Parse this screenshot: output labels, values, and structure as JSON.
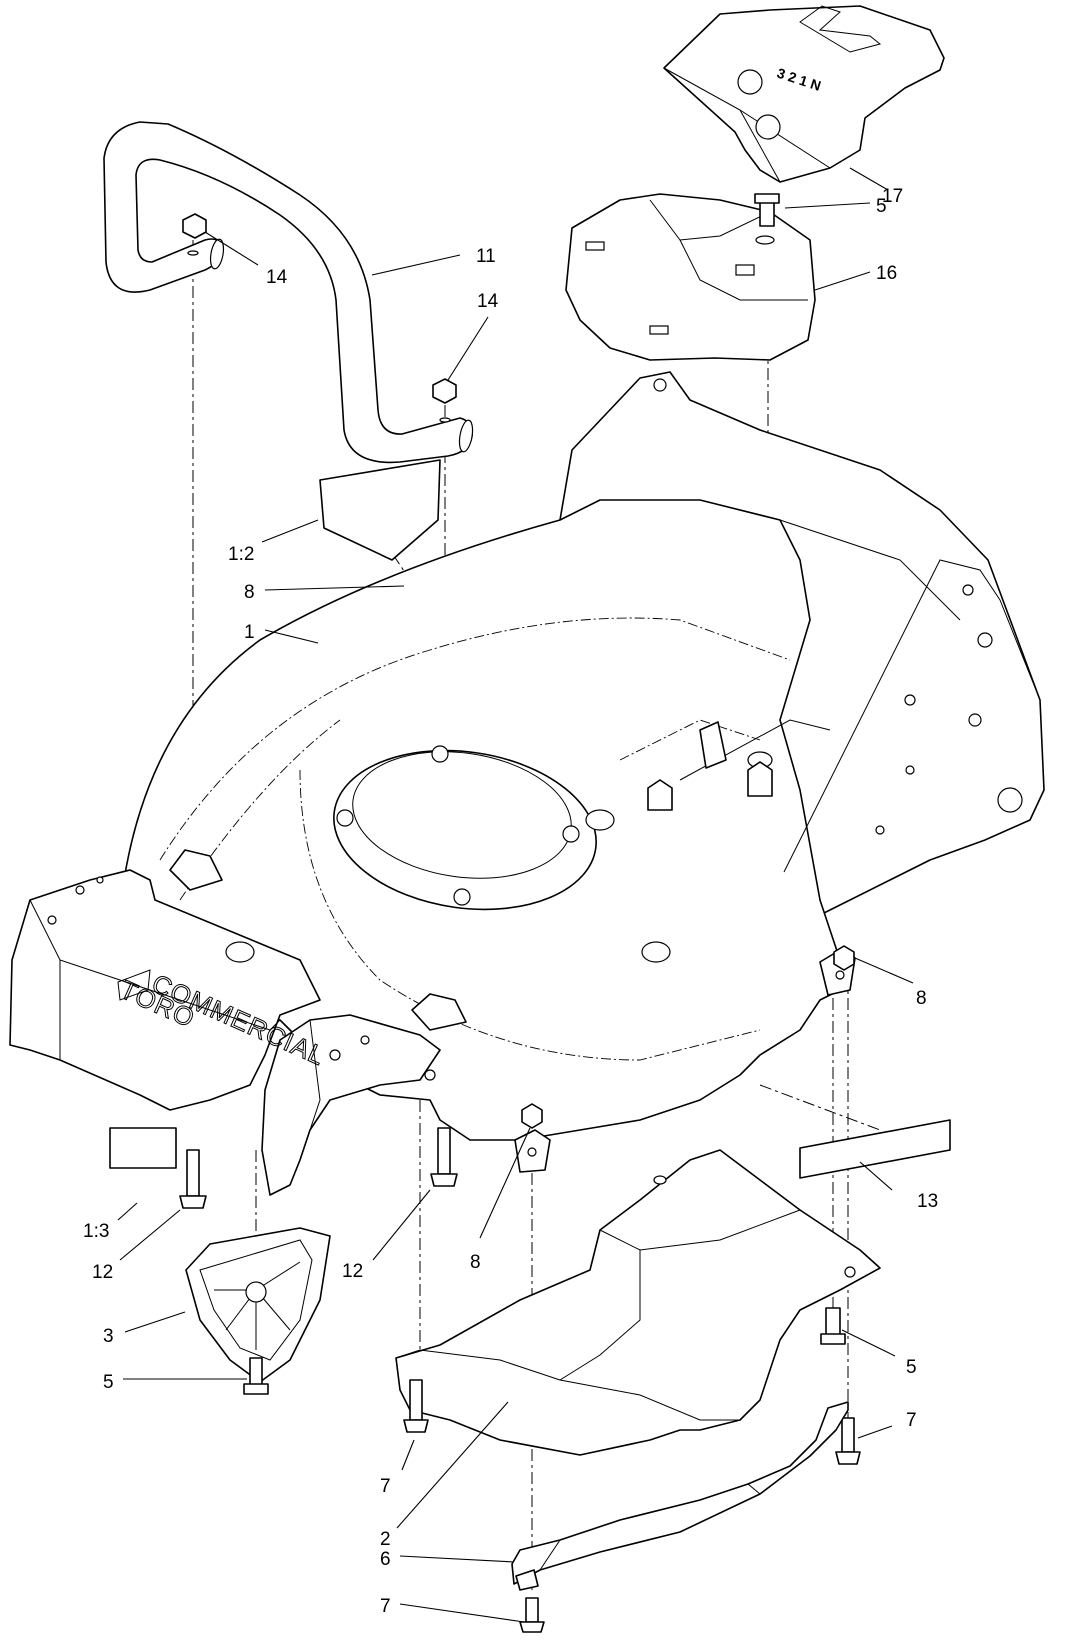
{
  "callouts": [
    {
      "id": "c17",
      "label": "17"
    },
    {
      "id": "c5a",
      "label": "5"
    },
    {
      "id": "c16",
      "label": "16"
    },
    {
      "id": "c11",
      "label": "11"
    },
    {
      "id": "c14a",
      "label": "14"
    },
    {
      "id": "c14b",
      "label": "14"
    },
    {
      "id": "c1_2",
      "label": "1:2"
    },
    {
      "id": "c8a",
      "label": "8"
    },
    {
      "id": "c1",
      "label": "1"
    },
    {
      "id": "c8b",
      "label": "8"
    },
    {
      "id": "c13",
      "label": "13"
    },
    {
      "id": "c1_3",
      "label": "1:3"
    },
    {
      "id": "c12a",
      "label": "12"
    },
    {
      "id": "c12b",
      "label": "12"
    },
    {
      "id": "c8c",
      "label": "8"
    },
    {
      "id": "c3",
      "label": "3"
    },
    {
      "id": "c5b",
      "label": "5"
    },
    {
      "id": "c5c",
      "label": "5"
    },
    {
      "id": "c7a",
      "label": "7"
    },
    {
      "id": "c7b",
      "label": "7"
    },
    {
      "id": "c2",
      "label": "2"
    },
    {
      "id": "c6",
      "label": "6"
    },
    {
      "id": "c7c",
      "label": "7"
    }
  ],
  "gear_cover_markings": "3 2 1 N",
  "deck_logo": {
    "brand": "TORO",
    "text": "COMMERCIAL"
  }
}
